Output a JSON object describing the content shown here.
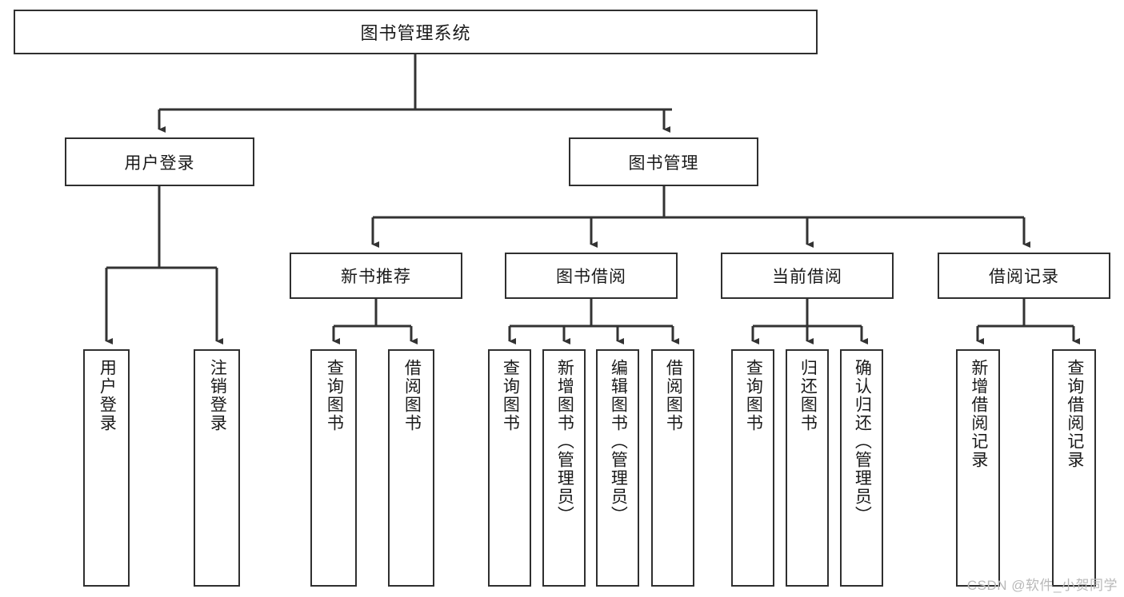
{
  "diagram": {
    "title": "图书管理系统",
    "watermark": "CSDN @软件_小贺同学",
    "colors": {
      "background": "#ffffff",
      "box_fill": "#ffffff",
      "box_stroke": "#2f2f2f",
      "line": "#333333",
      "text": "#1a1a1a",
      "watermark": "#b9b9b9"
    },
    "root": {
      "label": "图书管理系统"
    },
    "level1": [
      {
        "label": "用户登录"
      },
      {
        "label": "图书管理"
      }
    ],
    "level2": [
      {
        "label": "新书推荐"
      },
      {
        "label": "图书借阅"
      },
      {
        "label": "当前借阅"
      },
      {
        "label": "借阅记录"
      }
    ],
    "leaves": {
      "user_login": [
        {
          "label": "用户登录"
        },
        {
          "label": "注销登录"
        }
      ],
      "new_book_rec": [
        {
          "label": "查询图书"
        },
        {
          "label": "借阅图书"
        }
      ],
      "book_borrow": [
        {
          "label": "查询图书"
        },
        {
          "label": "新增图书（管理员）"
        },
        {
          "label": "编辑图书（管理员）"
        },
        {
          "label": "借阅图书"
        }
      ],
      "current_borrow": [
        {
          "label": "查询图书"
        },
        {
          "label": "归还图书"
        },
        {
          "label": "确认归还（管理员）"
        }
      ],
      "borrow_record": [
        {
          "label": "新增借阅记录"
        },
        {
          "label": "查询借阅记录"
        }
      ]
    }
  }
}
